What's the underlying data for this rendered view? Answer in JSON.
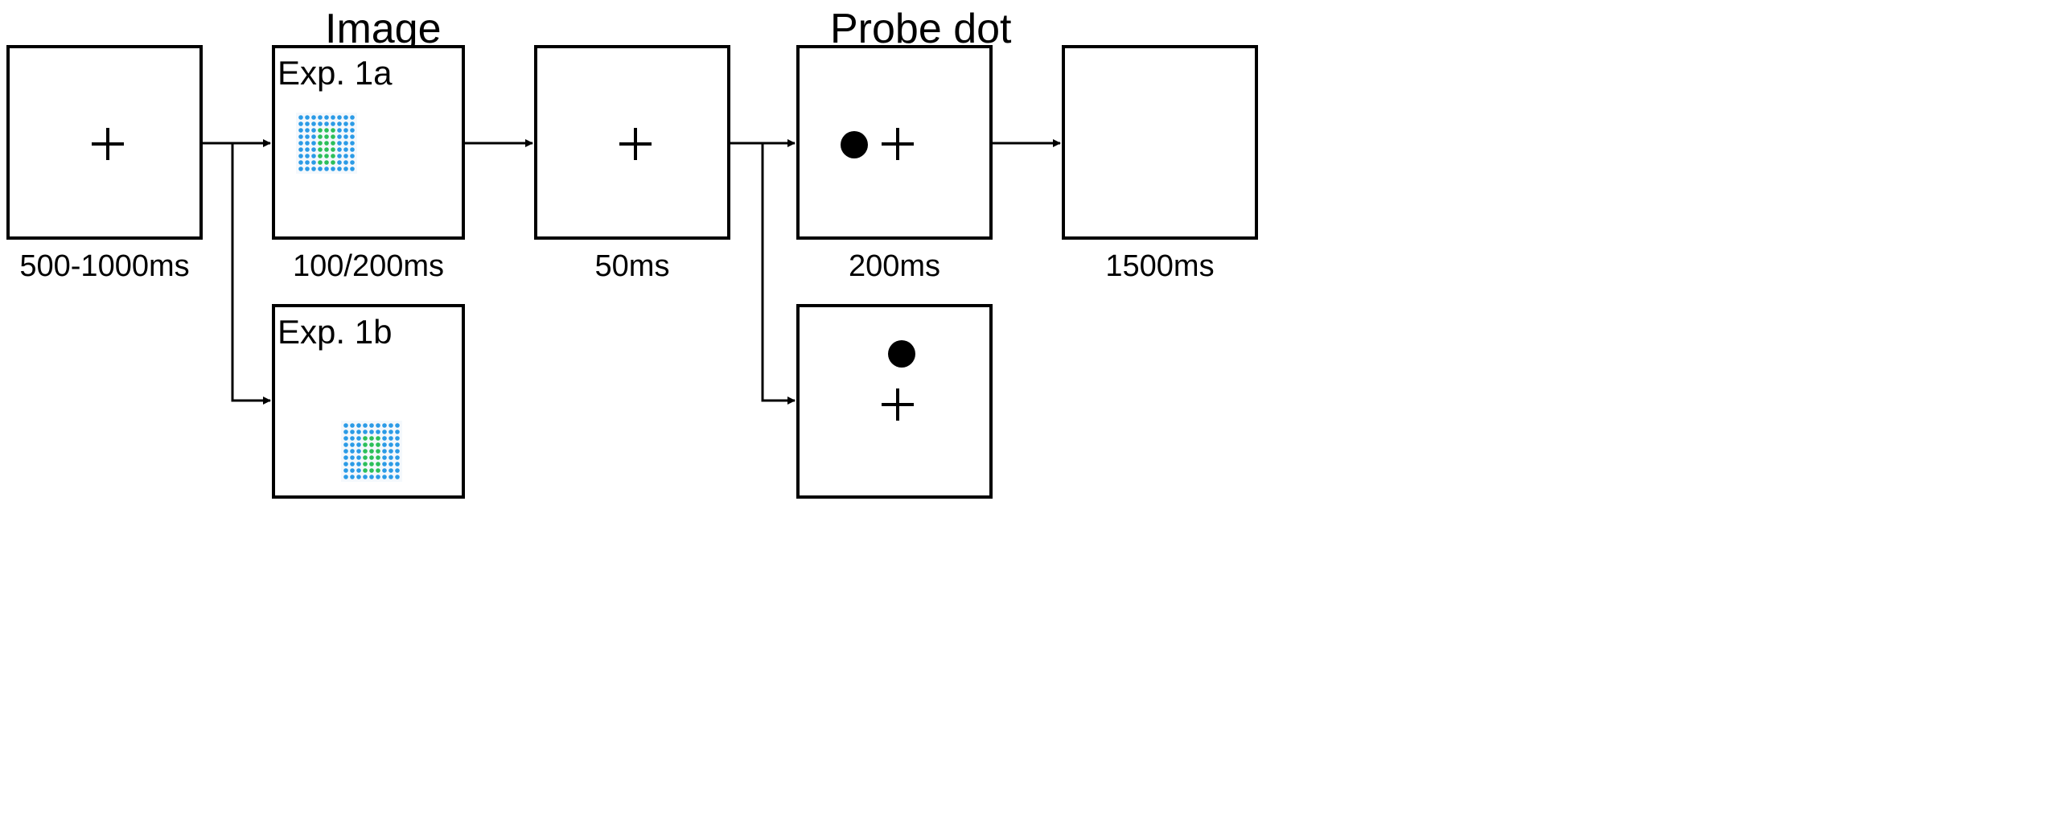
{
  "headings": {
    "image": "Image",
    "probe_dot": "Probe dot"
  },
  "exp_labels": {
    "exp1a": "Exp. 1a",
    "exp1b": "Exp. 1b"
  },
  "timings": {
    "fixation": "500-1000ms",
    "image": "100/200ms",
    "isi": "50ms",
    "probe": "200ms",
    "response": "1500ms"
  },
  "stimulus_grid": {
    "rows": 9,
    "cols": 9,
    "dot_color_blue": "#2b9be6",
    "dot_color_green": "#2bbf5a",
    "green_region": "center 3 columns, middle rows"
  },
  "colors": {
    "line": "#000000",
    "background": "#ffffff"
  }
}
